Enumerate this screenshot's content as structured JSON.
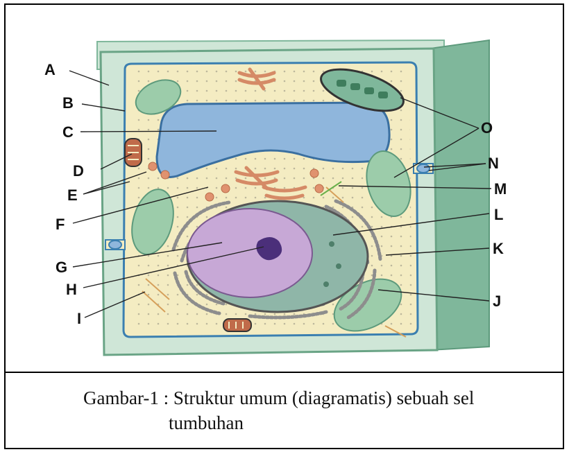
{
  "labels": {
    "a": "A",
    "b": "B",
    "c": "C",
    "d": "D",
    "e": "E",
    "f": "F",
    "g": "G",
    "h": "H",
    "i": "I",
    "j": "J",
    "k": "K",
    "l": "L",
    "m": "M",
    "n": "N",
    "o": "O"
  },
  "caption": {
    "line1": "Gambar-1 : Struktur umum (diagramatis) sebuah sel",
    "line2": "tumbuhan"
  },
  "colors": {
    "cell_wall": "#cfe6d7",
    "cell_wall_dark": "#7fb79b",
    "membrane": "#3b7fb0",
    "cytoplasm": "#f4ecc2",
    "vacuole": "#8fb6dc",
    "chloroplast": "#9cccaa",
    "nucleus": "#c7a8d6",
    "nucleolus": "#4b2f7a",
    "golgi": "#d58a66",
    "er": "#8d8d8d"
  }
}
